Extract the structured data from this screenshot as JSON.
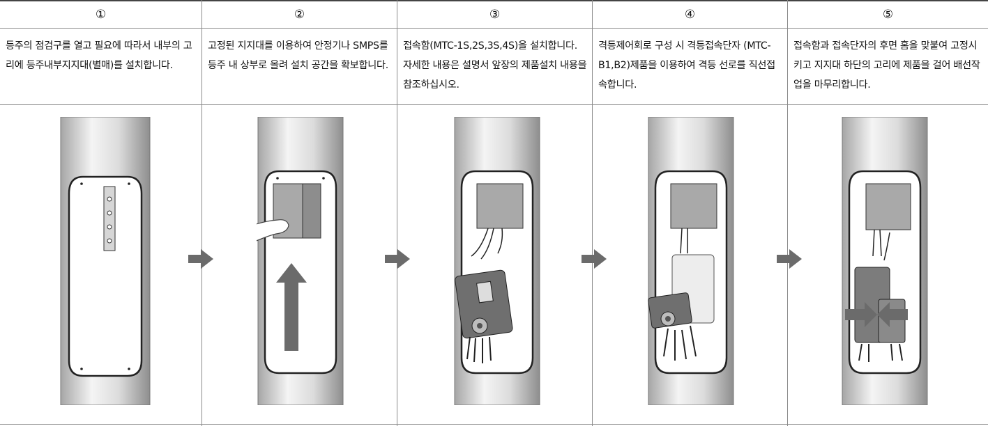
{
  "steps": [
    {
      "number": "①",
      "text": "등주의 점검구를 열고 필요에 따라서 내부의 고리에 등주내부지지대(별매)를 설치합니다."
    },
    {
      "number": "②",
      "text": "고정된 지지대를 이용하여 안정기나 SMPS를 등주 내 상부로 올려 설치 공간을 확보합니다."
    },
    {
      "number": "③",
      "text": "접속함(MTC-1S,2S,3S,4S)을 설치합니다. 자세한 내용은 설명서 앞장의 제품설치 내용을 참조하십시오."
    },
    {
      "number": "④",
      "text": "격등제어회로 구성 시 격등접속단자 (MTC-B1,B2)제품을 이용하여 격등 선로를 직선접속합니다."
    },
    {
      "number": "⑤",
      "text": "접속함과 접속단자의 후면 홈을 맞붙여 고정시키고 지지대 하단의 고리에 제품을 걸어 배선작업을 마무리합니다."
    }
  ],
  "icons": {
    "step_arrow": "right-arrow-icon"
  },
  "colors": {
    "pole_light": "#f2f2f2",
    "pole_dark": "#9a9a9a",
    "arrow": "#6b6b6b",
    "line": "#8a8a8a"
  }
}
